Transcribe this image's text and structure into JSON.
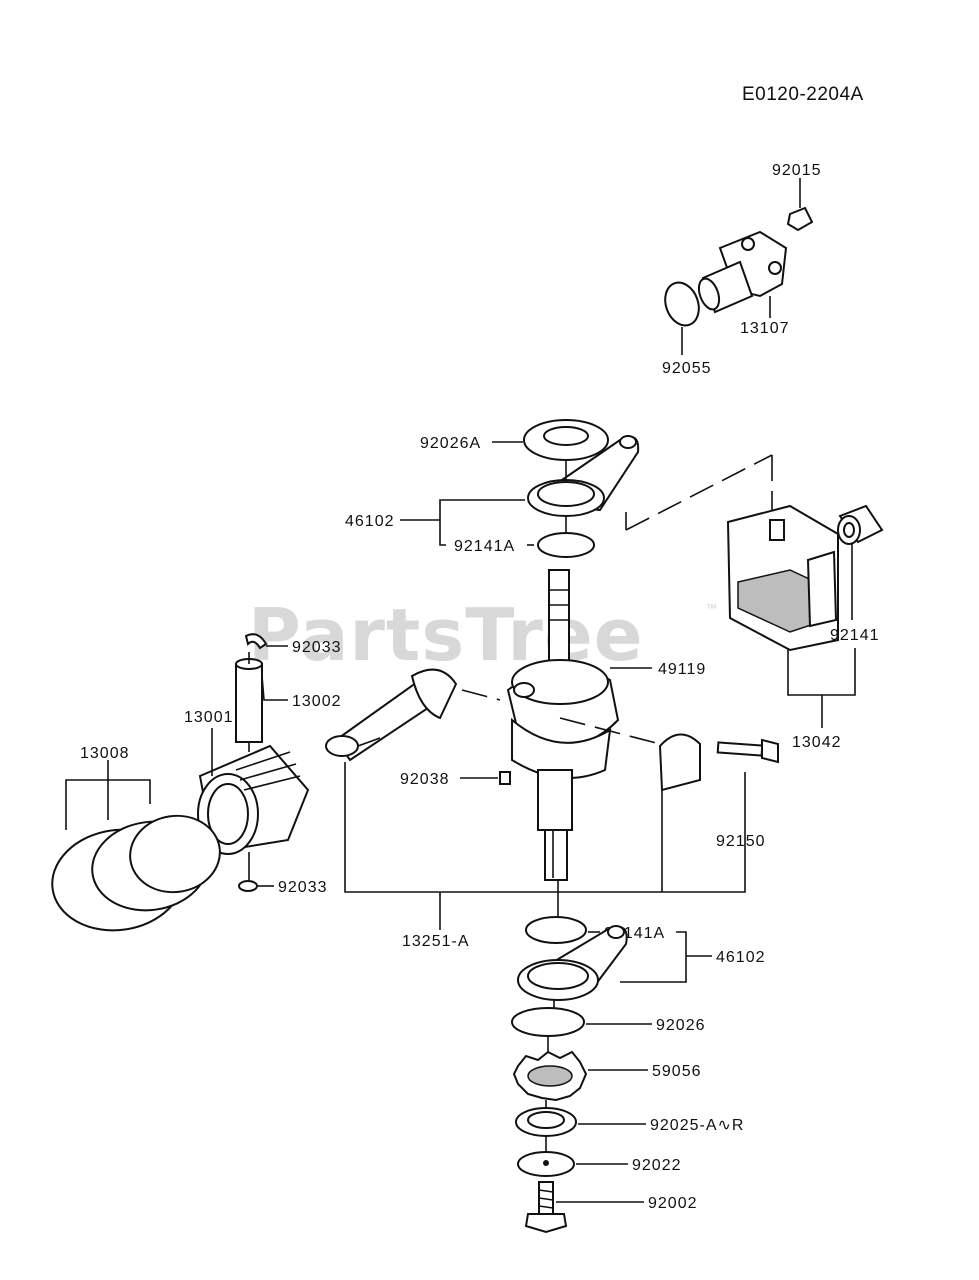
{
  "diagram_code": "E0120-2204A",
  "watermark": "PartsTree",
  "watermark_tm": "™",
  "labels": {
    "p92015": "92015",
    "p13107": "13107",
    "p92055": "92055",
    "p92026A": "92026A",
    "p46102_top": "46102",
    "p92141A_top": "92141A",
    "p49119": "49119",
    "p92141": "92141",
    "p13042": "13042",
    "p92033_top": "92033",
    "p13002": "13002",
    "p13001": "13001",
    "p13008": "13008",
    "p92038": "92038",
    "p92150": "92150",
    "p92033_bottom": "92033",
    "p13251A": "13251-A",
    "p92141A_bottom": "92141A",
    "p46102_bottom": "46102",
    "p92026": "92026",
    "p59056": "59056",
    "p92025": "92025-A∿R",
    "p92022": "92022",
    "p92002": "92002"
  }
}
